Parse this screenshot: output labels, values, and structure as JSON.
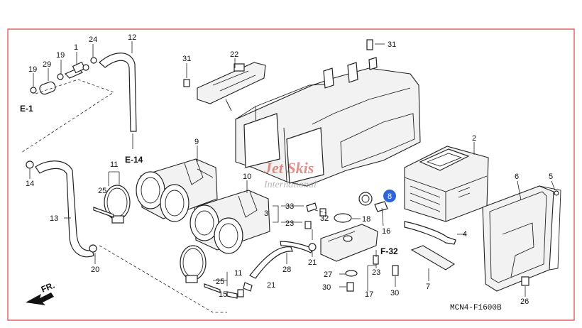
{
  "diagram": {
    "code": "MCN4-F1600B",
    "watermark_main": "Jet Skis",
    "watermark_sub": "International",
    "front_label": "FR.",
    "refs": {
      "e1": "E-1",
      "e14": "E-14",
      "f32": "F-32"
    },
    "callouts": {
      "c1": "1",
      "c2": "2",
      "c3": "3",
      "c4": "4",
      "c5": "5",
      "c6": "6",
      "c7": "7",
      "c8": "8",
      "c9": "9",
      "c10": "10",
      "c11a": "11",
      "c11b": "11",
      "c12": "12",
      "c13": "13",
      "c14": "14",
      "c15": "15",
      "c16": "16",
      "c17": "17",
      "c18": "18",
      "c19a": "19",
      "c19b": "19",
      "c20": "20",
      "c21a": "21",
      "c21b": "21",
      "c22": "22",
      "c23a": "23",
      "c23b": "23",
      "c24": "24",
      "c25a": "25",
      "c25b": "25",
      "c26": "26",
      "c27": "27",
      "c28": "28",
      "c29": "29",
      "c30a": "30",
      "c30b": "30",
      "c31a": "31",
      "c31b": "31",
      "c32": "32",
      "c33": "33"
    },
    "colors": {
      "frame": "#d94040",
      "highlight": "#2f64d6",
      "watermark": "#c0392b"
    }
  }
}
